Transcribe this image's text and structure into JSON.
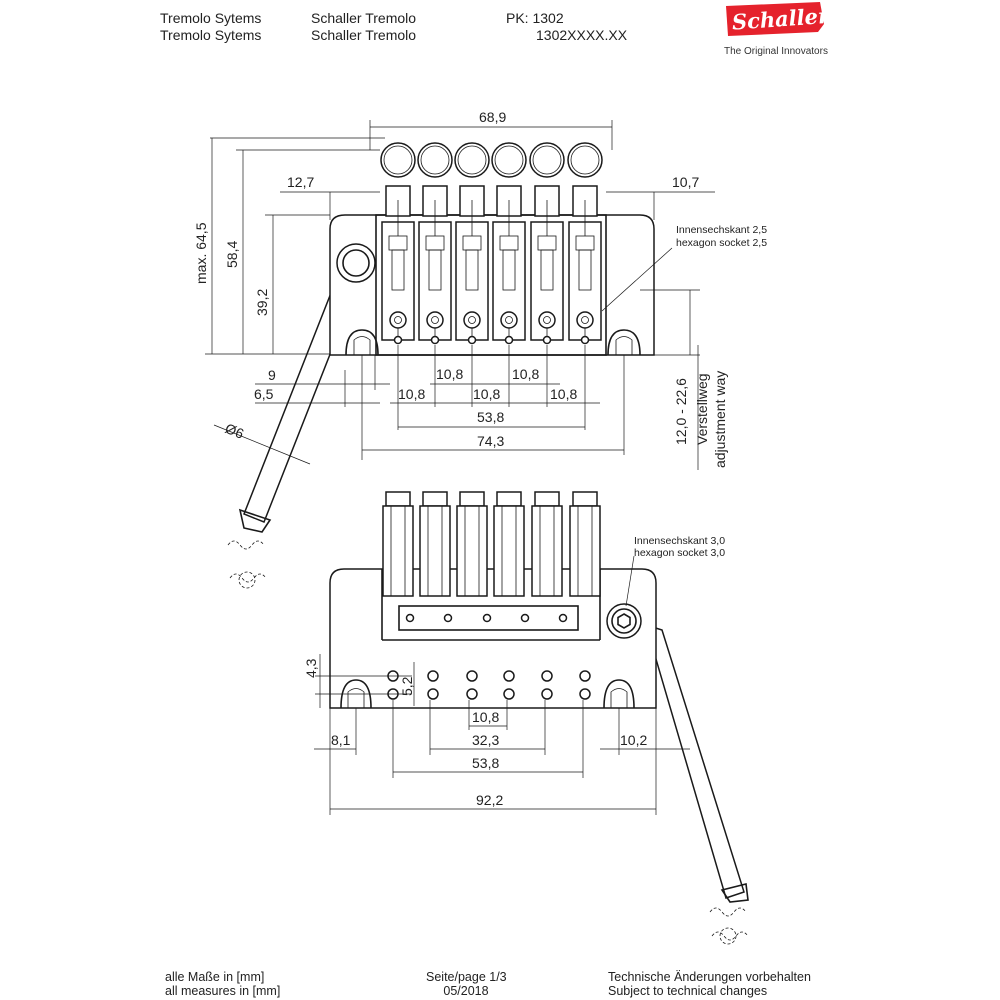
{
  "header": {
    "col1": [
      "Tremolo Sytems",
      "Tremolo Sytems"
    ],
    "col2": [
      "Schaller Tremolo",
      "Schaller Tremolo"
    ],
    "col3": [
      "PK: 1302",
      "1302XXXX.XX"
    ]
  },
  "brand": {
    "logo_text": "Schaller",
    "tagline": "The Original Innovators",
    "logo_color": "#e5222c"
  },
  "top_view": {
    "dims": {
      "overall_width": "68,9",
      "left_offset": "12,7",
      "right_offset": "10,7",
      "max_height": "max. 64,5",
      "height_58": "58,4",
      "height_39": "39,2",
      "left_9": "9",
      "left_65": "6,5",
      "spacing_upper_a": "10,8",
      "spacing_upper_b": "10,8",
      "spacing_lower_a": "10,8",
      "spacing_lower_b": "10,8",
      "spacing_lower_c": "10,8",
      "span_53": "53,8",
      "span_74": "74,3",
      "arm_diameter": "Ø6",
      "adjust_range": "12,0 - 22,6",
      "adjust_de": "Verstellweg",
      "adjust_en": "adjustment way"
    },
    "note": {
      "de": "Innensechskant  2,5",
      "en": "hexagon socket 2,5"
    }
  },
  "bottom_view": {
    "dims": {
      "d43": "4,3",
      "d52": "5,2",
      "d108": "10,8",
      "d323": "32,3",
      "d538": "53,8",
      "d922": "92,2",
      "d81": "8,1",
      "d102": "10,2"
    },
    "note": {
      "de": "Innensechskant  3,0",
      "en": "hexagon socket 3,0"
    }
  },
  "footer": {
    "units": [
      "alle Maße in [mm]",
      "all measures in [mm]"
    ],
    "page": [
      "Seite/page 1/3",
      "05/2018"
    ],
    "changes": [
      "Technische Änderungen vorbehalten",
      "Subject to technical changes"
    ]
  }
}
